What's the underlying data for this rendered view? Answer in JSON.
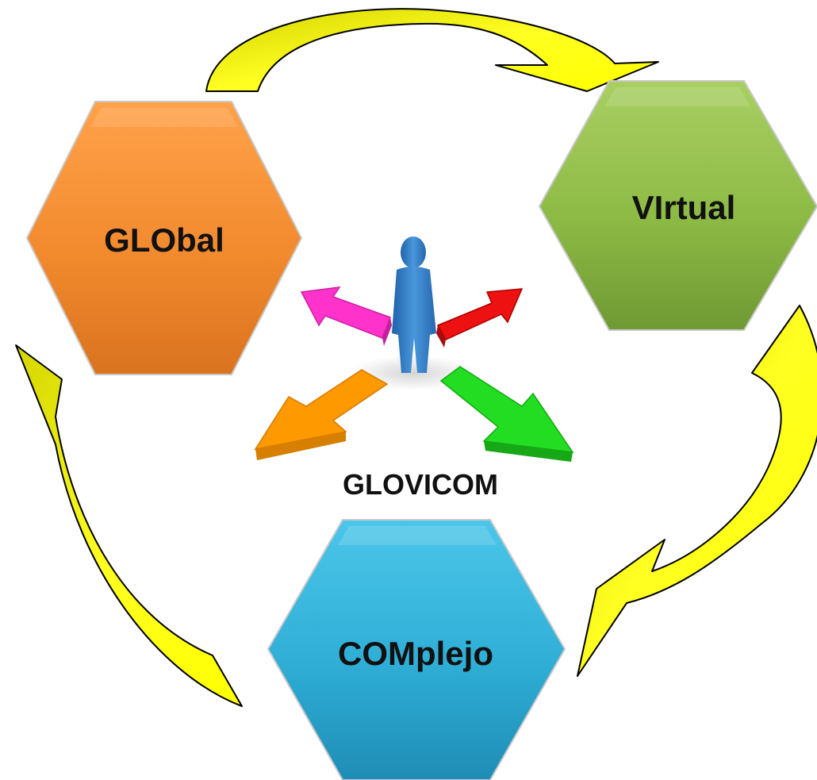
{
  "diagram": {
    "nodes": [
      {
        "id": "global",
        "label": "GLObal",
        "color": "#F28A2E"
      },
      {
        "id": "virtual",
        "label": "VIrtual",
        "color": "#8DBA45"
      },
      {
        "id": "complejo",
        "label": "COMplejo",
        "color": "#2FAED6"
      }
    ],
    "center_label": "GLOVICOM",
    "cycle_arrow_color": "#FFFF00",
    "cycle_arrow_inner_color": "#C8C800",
    "person_color": "#2E7BC4",
    "direction_arrows": [
      {
        "direction": "up-left",
        "color": "#FF33CC"
      },
      {
        "direction": "up-right",
        "color": "#EE1111"
      },
      {
        "direction": "down-left",
        "color": "#FF9900"
      },
      {
        "direction": "down-right",
        "color": "#22DD22"
      }
    ]
  }
}
